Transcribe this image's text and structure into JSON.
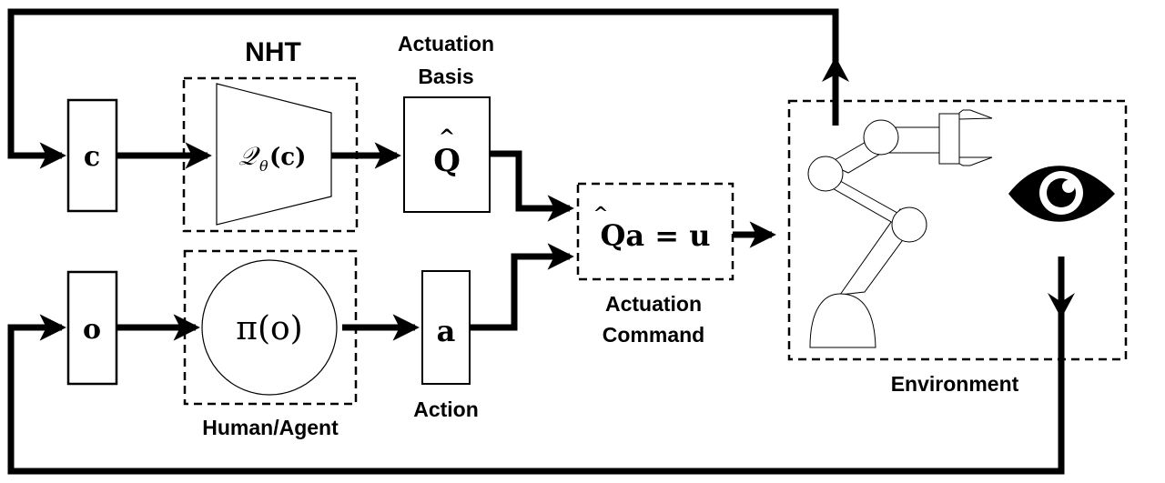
{
  "diagram": {
    "title_nht": "NHT",
    "labels": {
      "actuation_basis_line1": "Actuation",
      "actuation_basis_line2": "Basis",
      "actuation_command_line1": "Actuation",
      "actuation_command_line2": "Command",
      "human_agent": "Human/Agent",
      "action": "Action",
      "environment": "Environment"
    },
    "nodes": {
      "context": "c",
      "encoder_Q": "𝒬",
      "encoder_theta": "θ",
      "encoder_arg": "(c)",
      "basis": "Q",
      "basis_hat": "^",
      "observation": "o",
      "policy": "π(o)",
      "action": "a",
      "command": "Qa = u",
      "command_hat": "^"
    },
    "icons": [
      "robot-arm-icon",
      "eye-icon"
    ],
    "colors": {
      "stroke": "#000000",
      "background": "#ffffff"
    }
  }
}
